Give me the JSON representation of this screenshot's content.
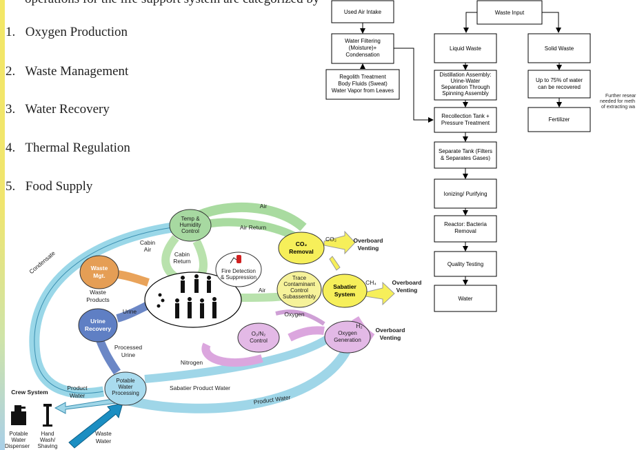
{
  "intro_fragment": "operations for the life support system are categorized by",
  "systems_list": [
    {
      "num": "1.",
      "label": "Oxygen Production"
    },
    {
      "num": "2.",
      "label": "Waste Management"
    },
    {
      "num": "3.",
      "label": "Water Recovery"
    },
    {
      "num": "4.",
      "label": "Thermal Regulation"
    },
    {
      "num": "5.",
      "label": "Food Supply"
    }
  ],
  "flowchart": {
    "air": {
      "used_air_intake": "Used Air Intake",
      "water_filtering": [
        "Water Filtering",
        "(Moisture)+",
        "Condensation"
      ],
      "regolith": [
        "Regolith Treatment",
        "Body Fluids (Sweat)",
        "Water Vapor from Leaves"
      ]
    },
    "waste_input": "Waste Input",
    "liquid_waste": "Liquid Waste",
    "distillation": [
      "Distillation Assembly:",
      "Urine-Water",
      "Separation Through",
      "Spinning Assembly"
    ],
    "recollection": [
      "Recollection Tank +",
      "Pressure Treatment"
    ],
    "separate_tank": [
      "Separate Tank (Filters",
      "& Separates Gases)"
    ],
    "ionizing": "Ionizing/ Purifying",
    "reactor": [
      "Reactor: Bacteria",
      "Removal"
    ],
    "quality": "Quality Testing",
    "water": "Water",
    "solid_waste": "Solid Waste",
    "recover": [
      "Up to 75% of water",
      "can be recovered"
    ],
    "fertilizer": "Fertilizer",
    "note": [
      "Further resear",
      "needed for meth",
      "of extracting wa"
    ]
  },
  "cycle": {
    "temp_humidity": [
      "Temp &",
      "Humidity",
      "Control"
    ],
    "co2_removal": [
      "CO₂",
      "Removal"
    ],
    "sabatier": [
      "Sabatier",
      "System"
    ],
    "trace": [
      "Trace",
      "Contaminant",
      "Control",
      "Subassembly"
    ],
    "fire": [
      "Fire Detection",
      "& Suppression"
    ],
    "waste_mgt": [
      "Waste",
      "Mgt."
    ],
    "urine_recovery": [
      "Urine",
      "Recovery"
    ],
    "o2n2": [
      "O₂/N₂",
      "Control"
    ],
    "oxygen_gen": [
      "Oxygen",
      "Generation"
    ],
    "potable": [
      "Potable",
      "Water",
      "Processing"
    ],
    "labels": {
      "air": "Air",
      "air_return": "Air Return",
      "co2": "CO₂",
      "overboard1": [
        "Overboard",
        "Venting"
      ],
      "ch4": "CH₄",
      "overboard2": [
        "Overboard",
        "Venting"
      ],
      "h2": "H₂",
      "overboard3": [
        "Overboard",
        "Venting"
      ],
      "condensate": "Condensate",
      "cabin_air": [
        "Cabin",
        "Air"
      ],
      "cabin_return": [
        "Cabin",
        "Return"
      ],
      "air2": "Air",
      "waste_products": [
        "Waste",
        "Products"
      ],
      "urine": "Urine",
      "oxygen": "Oxygen",
      "processed_urine": [
        "Processed",
        "Urine"
      ],
      "nitrogen": "Nitrogen",
      "sabatier_product_water": "Sabatier Product Water",
      "product_water": "Product Water",
      "product_water_left": [
        "Product",
        "Water"
      ],
      "waste_water": [
        "Waste",
        "Water"
      ],
      "crew_system": "Crew System",
      "potable_dispenser": [
        "Potable",
        "Water",
        "Dispenser"
      ],
      "hand_wash": [
        "Hand",
        "Wash/",
        "Shaving"
      ]
    }
  }
}
